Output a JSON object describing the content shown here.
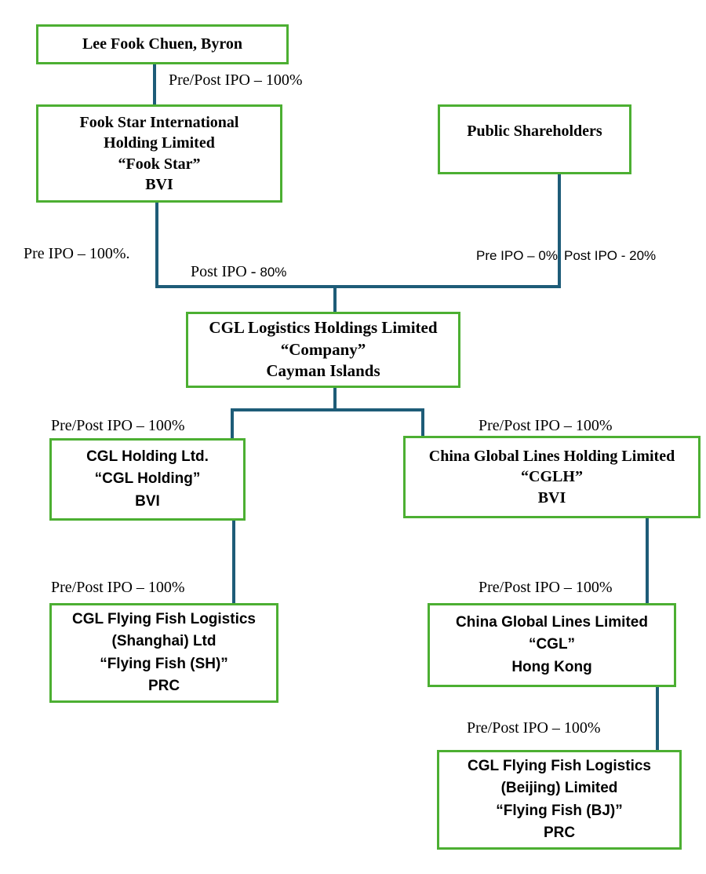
{
  "palette": {
    "box_border_green": "#4caf32",
    "connector_teal": "#1e5c78",
    "text_black": "#000000",
    "background": "#ffffff"
  },
  "nodes": {
    "lee": {
      "lines": [
        "Lee Fook Chuen, Byron"
      ]
    },
    "fook_star": {
      "lines": [
        "Fook Star International",
        "Holding Limited",
        "“Fook Star”",
        "BVI"
      ]
    },
    "public_shareholders": {
      "lines": [
        "Public Shareholders"
      ]
    },
    "company": {
      "lines": [
        "CGL Logistics Holdings Limited",
        "“Company”",
        "Cayman Islands"
      ]
    },
    "cgl_holding": {
      "lines": [
        "CGL Holding Ltd.",
        "“CGL Holding”",
        "BVI"
      ]
    },
    "cglh": {
      "lines": [
        "China Global Lines Holding Limited",
        "“CGLH”",
        "BVI"
      ]
    },
    "flying_fish_sh": {
      "lines": [
        "CGL Flying Fish Logistics",
        "(Shanghai) Ltd",
        "“Flying Fish (SH)”",
        "PRC"
      ]
    },
    "cgl_hk": {
      "lines": [
        "China Global Lines Limited",
        "“CGL”",
        "Hong Kong"
      ]
    },
    "flying_fish_bj": {
      "lines": [
        "CGL Flying Fish Logistics",
        "(Beijing) Limited",
        "“Flying Fish (BJ)”",
        "PRC"
      ]
    }
  },
  "labels": {
    "lee_to_fookstar": "Pre/Post IPO – 100%",
    "pre_ipo_left": "Pre IPO – 100%.",
    "post_ipo_left_prefix": "Post IPO - ",
    "post_ipo_left_value": "80%",
    "pre_ipo_right": "Pre IPO – 0%",
    "post_ipo_right": "Post IPO - 20%",
    "company_to_cgl_holding": "Pre/Post IPO – 100%",
    "company_to_cglh": "Pre/Post IPO – 100%",
    "cgl_holding_to_sh": "Pre/Post IPO – 100%",
    "cglh_to_hk": "Pre/Post IPO – 100%",
    "hk_to_bj": "Pre/Post IPO – 100%"
  }
}
